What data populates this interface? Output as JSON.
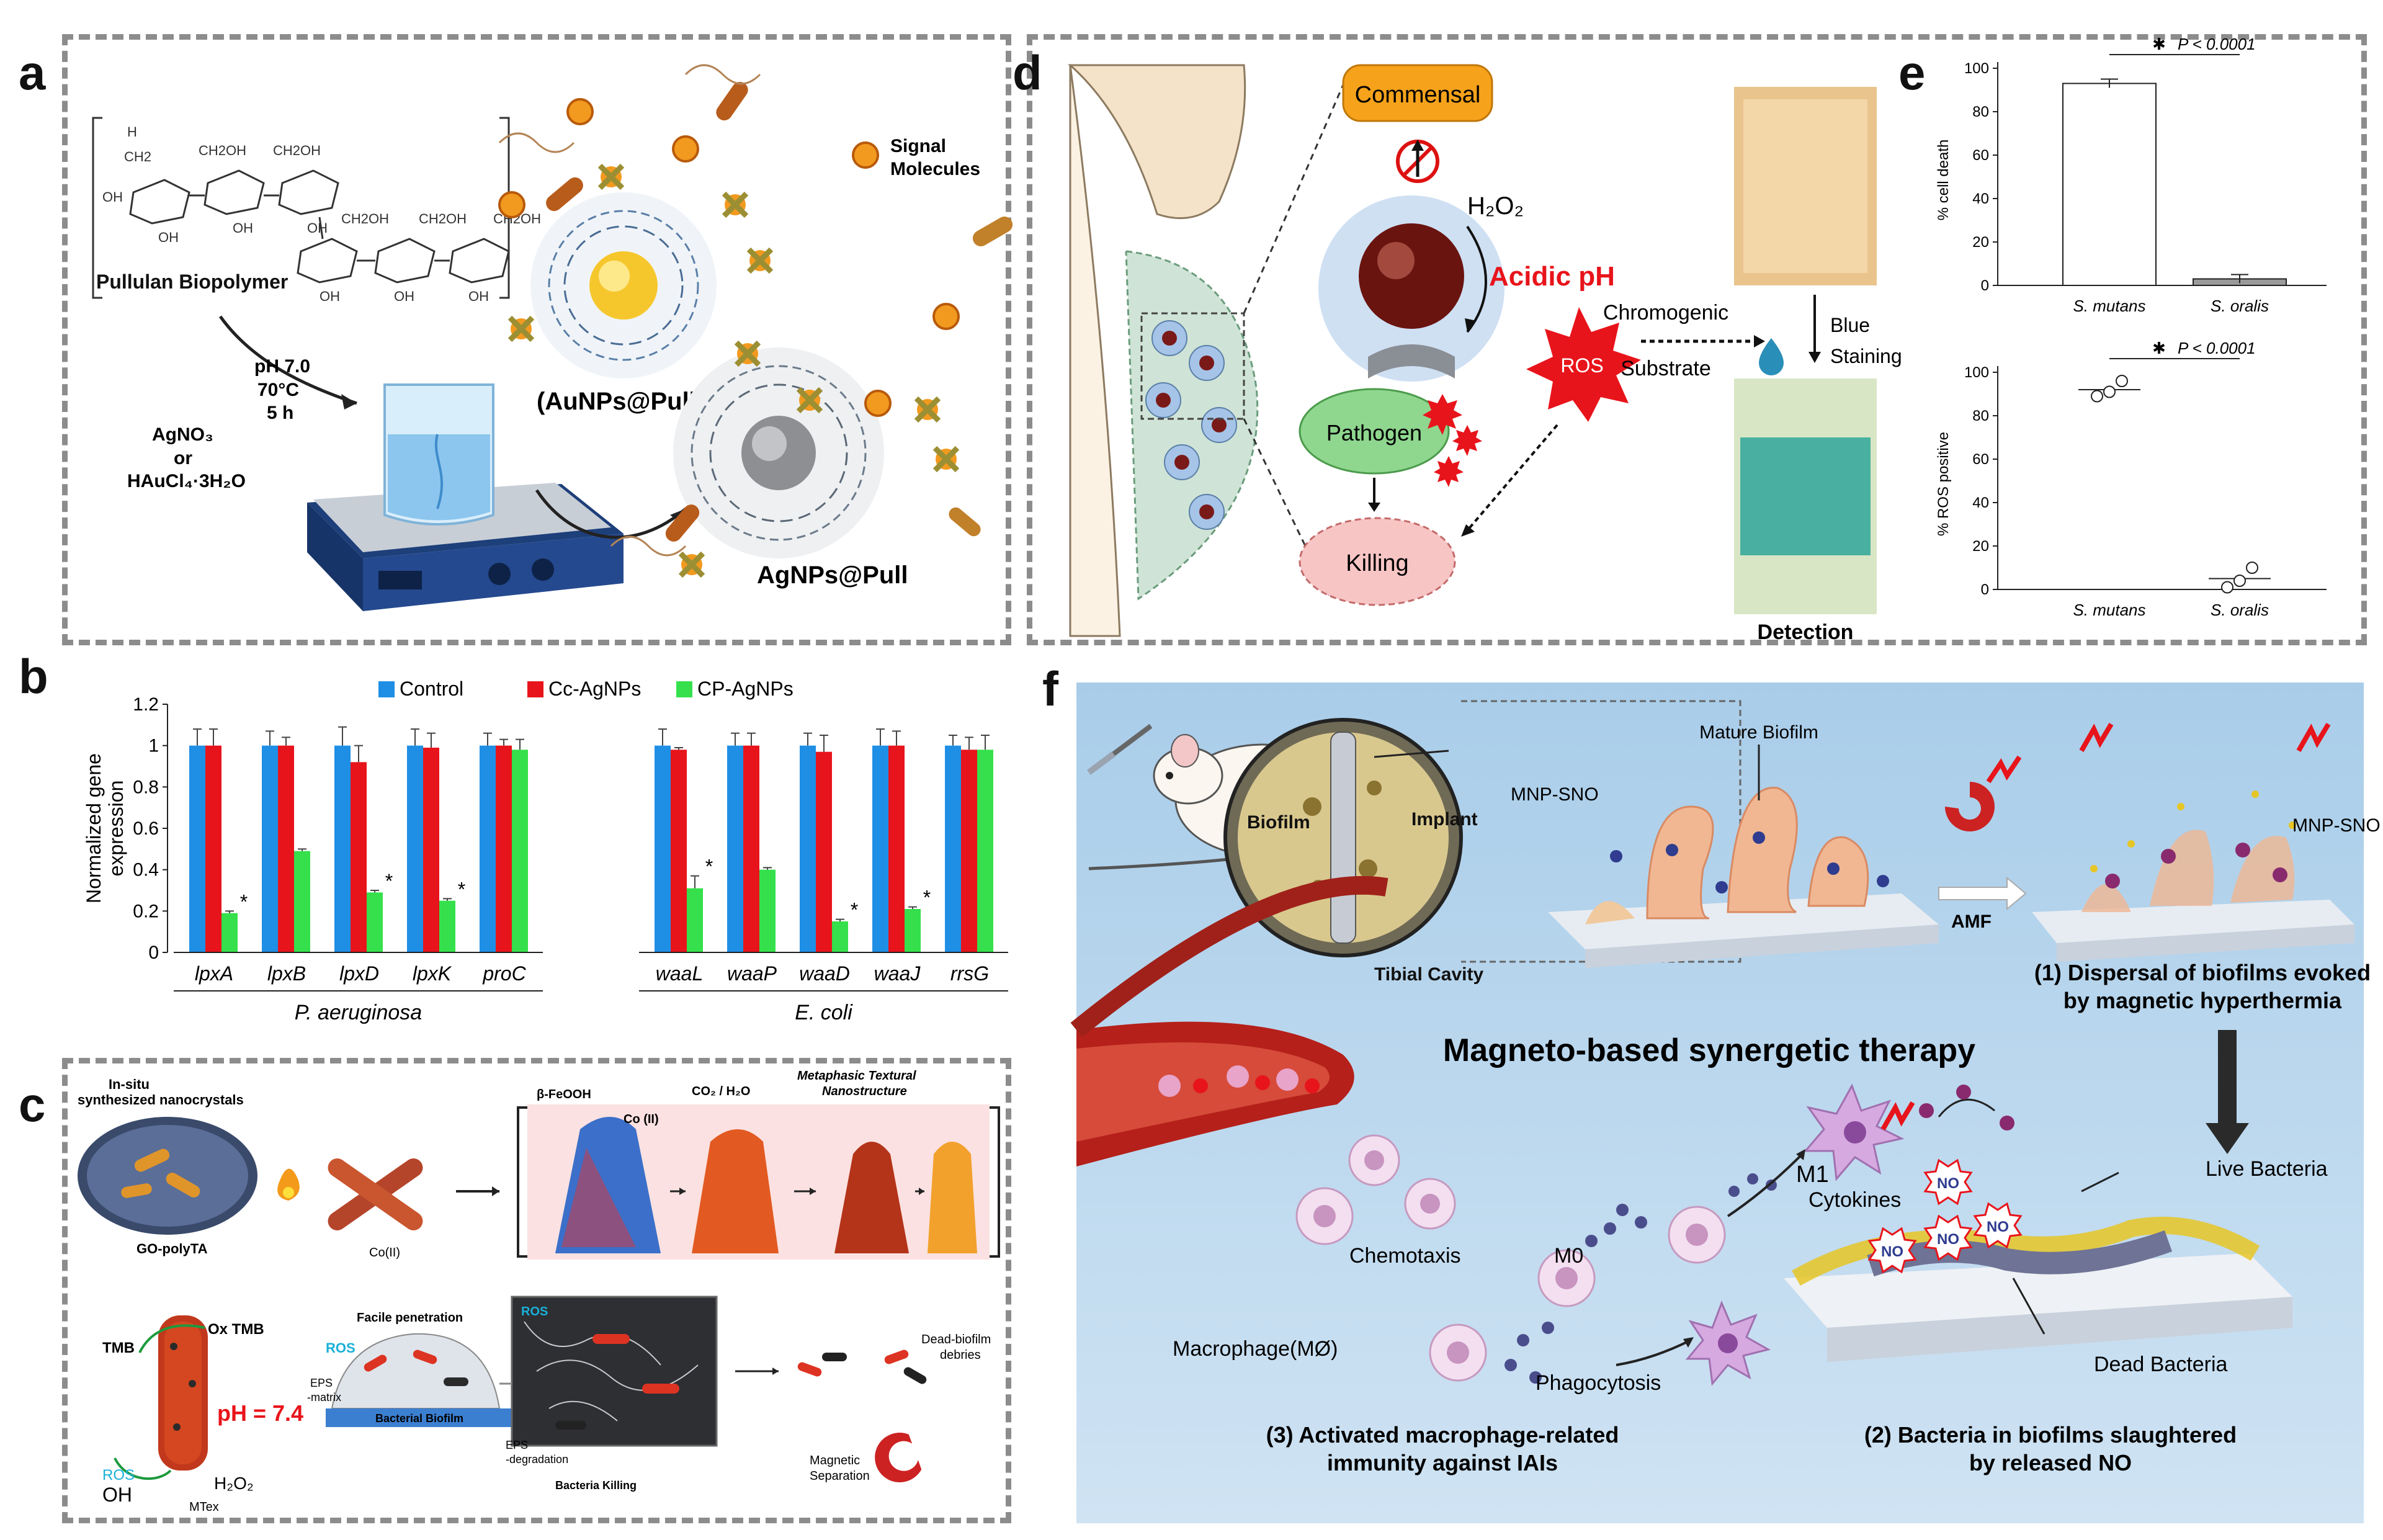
{
  "colors": {
    "control": "#1f8fe6",
    "cc_agnps": "#e8141b",
    "cp_agnps": "#35e04c",
    "dash_border": "#8c8c8c",
    "panel_f_bg": "#a9cde9",
    "killing_bg": "#f8c5c5",
    "pathogen_bg": "#8fd68f",
    "commensal_bg": "#f6a21b",
    "ros_red": "#e8141b"
  },
  "panel_a": {
    "letter": "a",
    "polymer_label": "Pullulan Biopolymer",
    "signal_label": "Signal\nMolecules",
    "conditions": [
      "pH 7.0",
      "70°C",
      "5 h"
    ],
    "reagents": [
      "AgNO₃",
      "or",
      "HAuCl₄·3H₂O"
    ],
    "au_label": "(AuNPs@Pull)",
    "ag_label": "AgNPs@Pull"
  },
  "panel_b": {
    "letter": "b",
    "legend": [
      "Control",
      "Cc-AgNPs",
      "CP-AgNPs"
    ],
    "ylabel_lines": [
      "Normalized gene",
      "expression"
    ],
    "organisms": [
      "P. aeruginosa",
      "E. coli"
    ],
    "significance_mark": "*"
  },
  "chart_data": {
    "type": "bar",
    "ylabel": "Normalized gene expression",
    "ylim": [
      0,
      1.2
    ],
    "yticks": [
      0,
      0.2,
      0.4,
      0.6,
      0.8,
      1,
      1.2
    ],
    "categories": [
      "lpxA",
      "lpxB",
      "lpxD",
      "lpxK",
      "proC",
      "waaL",
      "waaP",
      "waaD",
      "waaJ",
      "rrsG"
    ],
    "groups": [
      {
        "name": "P. aeruginosa",
        "categories": [
          "lpxA",
          "lpxB",
          "lpxD",
          "lpxK",
          "proC"
        ]
      },
      {
        "name": "E. coli",
        "categories": [
          "waaL",
          "waaP",
          "waaD",
          "waaJ",
          "rrsG"
        ]
      }
    ],
    "series": [
      {
        "name": "Control",
        "values": [
          1.0,
          1.0,
          1.0,
          1.0,
          1.0,
          1.0,
          1.0,
          1.0,
          1.0,
          1.0
        ],
        "errors": [
          0.08,
          0.07,
          0.09,
          0.08,
          0.06,
          0.08,
          0.06,
          0.06,
          0.08,
          0.05
        ]
      },
      {
        "name": "Cc-AgNPs",
        "values": [
          1.0,
          1.0,
          0.92,
          0.99,
          1.0,
          0.98,
          1.0,
          0.97,
          1.0,
          0.98
        ],
        "errors": [
          0.08,
          0.04,
          0.08,
          0.07,
          0.03,
          0.01,
          0.06,
          0.08,
          0.07,
          0.06
        ]
      },
      {
        "name": "CP-AgNPs",
        "values": [
          0.19,
          0.49,
          0.29,
          0.25,
          0.98,
          0.31,
          0.4,
          0.15,
          0.21,
          0.98
        ],
        "errors": [
          0.01,
          0.01,
          0.01,
          0.01,
          0.05,
          0.06,
          0.01,
          0.01,
          0.01,
          0.07
        ]
      }
    ],
    "significant": [
      {
        "category": "lpxA",
        "series": "CP-AgNPs"
      },
      {
        "category": "lpxD",
        "series": "CP-AgNPs"
      },
      {
        "category": "lpxK",
        "series": "CP-AgNPs"
      },
      {
        "category": "waaL",
        "series": "CP-AgNPs"
      },
      {
        "category": "waaD",
        "series": "CP-AgNPs"
      },
      {
        "category": "waaJ",
        "series": "CP-AgNPs"
      }
    ]
  },
  "panel_c": {
    "letter": "c",
    "labels": {
      "insitu": "In-situ\nsynthesized nanocrystals",
      "go": "GO-polyTA",
      "co2": "Co(II)",
      "feooh": "β-FeOOH",
      "coii": "Co (II)",
      "co2h2o": "CO₂ / H₂O",
      "metaphasic": "Metaphasic Textural\nNanostructure",
      "tmb": "TMB",
      "oxtmb": "Ox TMB",
      "ph": "pH = 7.4",
      "ros": "ROS",
      "oh": "OH",
      "h2o2": "H₂O₂",
      "mtex": "MTex",
      "facile": "Facile penetration",
      "ros2": "ROS",
      "eps": "EPS\n-matrix",
      "biofilm": "Bacterial Biofilm",
      "epsdeg": "EPS\n-degradation",
      "killing": "Bacteria Killing",
      "dead": "Dead-biofilm\ndebries",
      "magnetic": "Magnetic\nSeparation",
      "ros3": "ROS"
    }
  },
  "panel_d": {
    "letter": "d",
    "commensal": "Commensal",
    "h2o2": "H₂O₂",
    "acidic": "Acidic pH",
    "ros": "ROS",
    "pathogen": "Pathogen",
    "killing": "Killing",
    "chromogenic": "Chromogenic",
    "substrate": "Substrate",
    "blue": "Blue",
    "staining": "Staining",
    "detection": "Detection"
  },
  "panel_e": {
    "letter": "e",
    "top": {
      "ylabel": "% cell death",
      "yticks": [
        0,
        20,
        40,
        60,
        80,
        100
      ],
      "categories": [
        "S. mutans",
        "S. oralis"
      ],
      "values": [
        93,
        3
      ],
      "errors": [
        2,
        2
      ],
      "sig": "✱",
      "p": "P < 0.0001"
    },
    "bottom": {
      "ylabel": "% ROS positive",
      "yticks": [
        0,
        20,
        40,
        60,
        80,
        100
      ],
      "categories": [
        "S. mutans",
        "S. oralis"
      ],
      "means": [
        92,
        5
      ],
      "points": [
        [
          89,
          91,
          96
        ],
        [
          1,
          4,
          10
        ]
      ],
      "sig": "✱",
      "p": "P < 0.0001"
    }
  },
  "panel_f": {
    "letter": "f",
    "mature": "Mature Biofilm",
    "mnp": "MNP-SNO",
    "mnp2": "MNP-SNO",
    "implant": "Implant",
    "biofilm": "Biofilm",
    "tibial": "Tibial Cavity",
    "amf": "AMF",
    "step1a": "(1) Dispersal of biofilms evoked",
    "step1b": "by magnetic hyperthermia",
    "title": "Magneto-based synergetic therapy",
    "m1": "M1",
    "cytokines": "Cytokines",
    "chemotaxis": "Chemotaxis",
    "m0": "M0",
    "live": "Live Bacteria",
    "no": "NO",
    "macrophage": "Macrophage(MØ)",
    "phagocytosis": "Phagocytosis",
    "dead": "Dead Bacteria",
    "step3a": "(3) Activated macrophage-related",
    "step3b": "immunity against IAIs",
    "step2a": "(2) Bacteria in biofilms slaughtered",
    "step2b": "by released NO"
  }
}
